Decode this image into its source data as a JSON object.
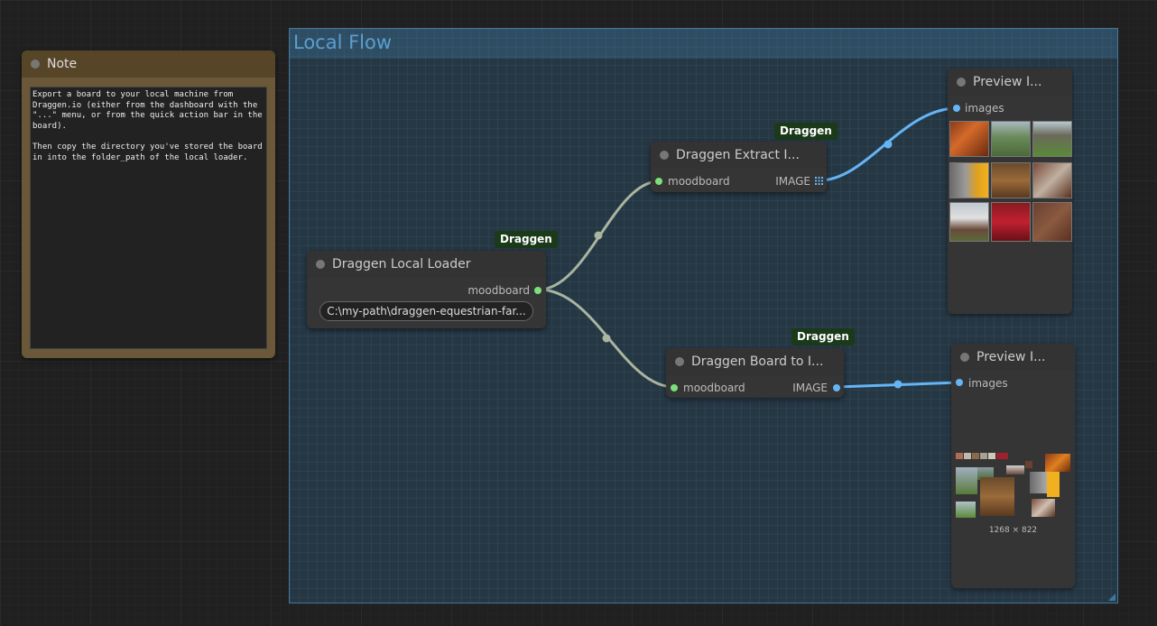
{
  "group": {
    "title": "Local Flow"
  },
  "note": {
    "title": "Note",
    "text": "Export a board to your local machine from\nDraggen.io (either from the dashboard with the\n\"...\" menu, or from the quick action bar in the\nboard).\n\nThen copy the directory you've stored the board\nin into the folder_path of the local loader."
  },
  "badge": "Draggen",
  "local_loader": {
    "title": "Draggen Local Loader",
    "output": "moodboard",
    "folder_path": "C:\\my-path\\draggen-equestrian-far..."
  },
  "extract_node": {
    "title": "Draggen Extract I...",
    "input": "moodboard",
    "output": "IMAGE"
  },
  "board_node": {
    "title": "Draggen Board to I...",
    "input": "moodboard",
    "output": "IMAGE"
  },
  "preview1": {
    "title": "Preview I...",
    "input": "images"
  },
  "preview2": {
    "title": "Preview I...",
    "input": "images",
    "size": "1268 × 822"
  },
  "colors": {
    "moodboard_port": "#7be07b",
    "image_port": "#64b5f6",
    "group_border": "#3f789e"
  }
}
